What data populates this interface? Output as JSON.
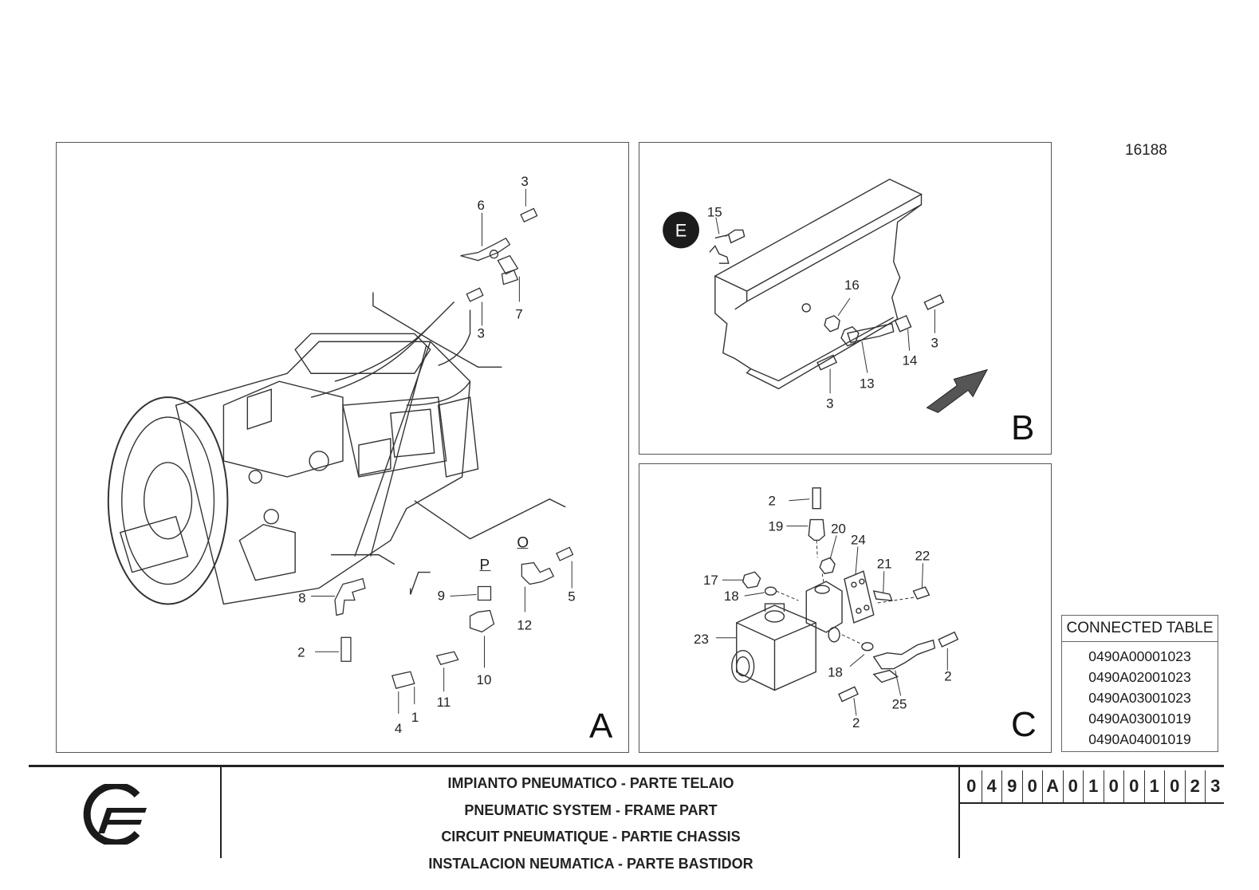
{
  "drawing_number": "16188",
  "panels": {
    "A": {
      "label": "A",
      "callouts": [
        "3",
        "6",
        "7",
        "3",
        "8",
        "2",
        "9",
        "P",
        "10",
        "11",
        "12",
        "O",
        "5",
        "4",
        "1"
      ]
    },
    "B": {
      "label": "B",
      "marker": "E",
      "callouts": [
        "15",
        "16",
        "13",
        "14",
        "3",
        "3"
      ]
    },
    "C": {
      "label": "C",
      "callouts": [
        "2",
        "19",
        "20",
        "24",
        "21",
        "22",
        "17",
        "18",
        "23",
        "18",
        "25",
        "2",
        "2"
      ]
    }
  },
  "connected_table": {
    "title": "CONNECTED TABLE",
    "rows": [
      "0490A00001023",
      "0490A02001023",
      "0490A03001023",
      "0490A03001019",
      "0490A04001019"
    ]
  },
  "title_block": {
    "title_it": "IMPIANTO PNEUMATICO - PARTE TELAIO",
    "title_en": "PNEUMATIC SYSTEM - FRAME PART",
    "title_fr": "CIRCUIT PNEUMATIQUE - PARTIE CHASSIS",
    "title_es": "INSTALACION NEUMATICA - PARTE BASTIDOR",
    "code_chars": [
      "0",
      "4",
      "9",
      "0",
      "A",
      "0",
      "1",
      "0",
      "0",
      "1",
      "0",
      "2",
      "3"
    ]
  },
  "logo": "company-logo"
}
